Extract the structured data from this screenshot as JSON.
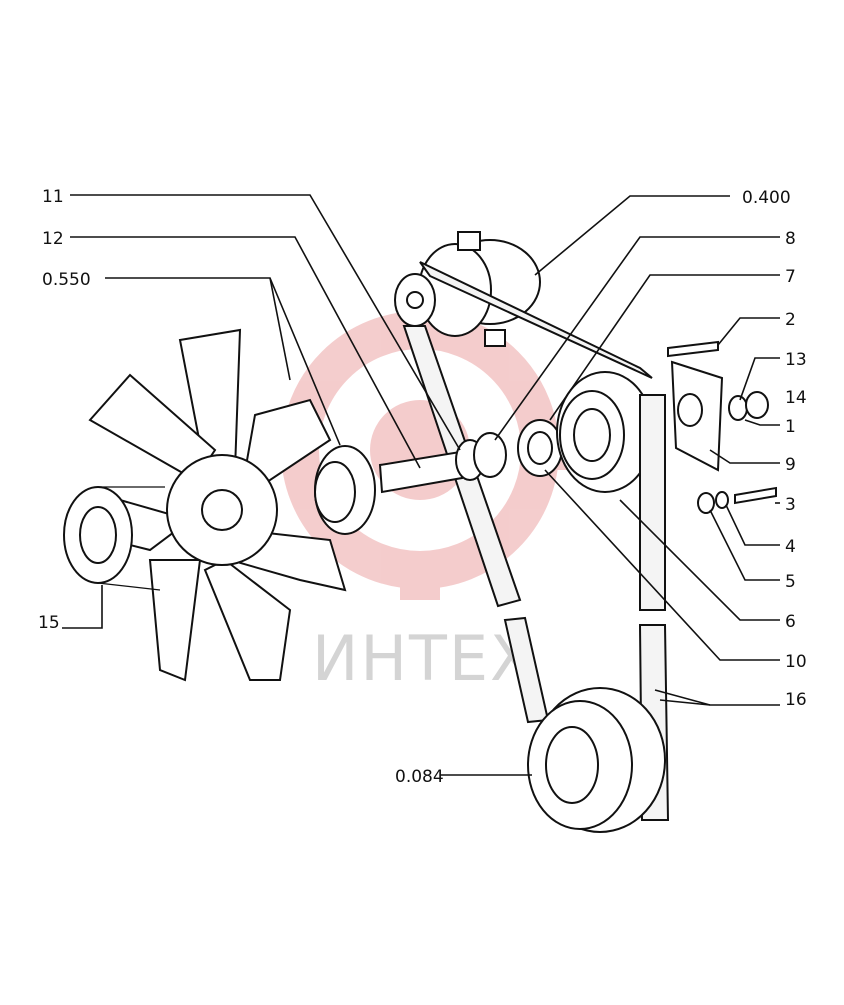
{
  "watermark": {
    "text": "ИНТЕХ",
    "color": "#e7a2a2"
  },
  "callouts": {
    "c11": "11",
    "c12": "12",
    "c0550": "0.550",
    "c0400": "0.400",
    "c8": "8",
    "c7": "7",
    "c2": "2",
    "c13": "13",
    "c14": "14",
    "c1": "1",
    "c9": "9",
    "c3": "3",
    "c4": "4",
    "c5": "5",
    "c6": "6",
    "c10": "10",
    "c16": "16",
    "c15": "15",
    "c0084": "0.084"
  }
}
